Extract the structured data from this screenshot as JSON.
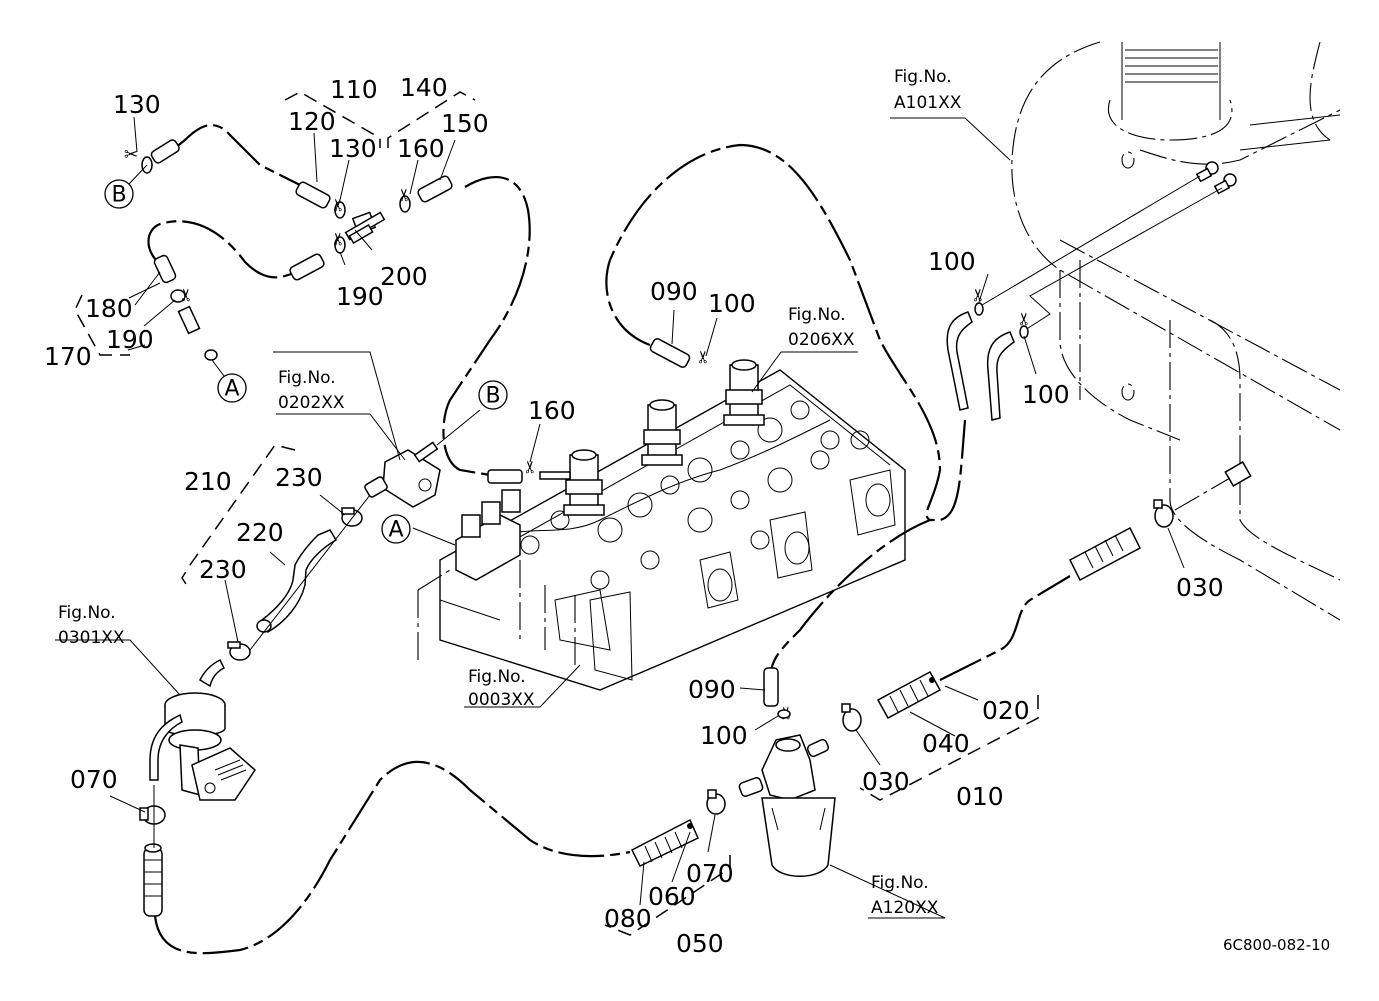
{
  "diagram": {
    "type": "exploded parts diagram - fuel line system",
    "drawing_code": "6C800-082-10",
    "fig_refs": {
      "tank": {
        "line1": "Fig.No.",
        "line2": "A101XX"
      },
      "injector": {
        "line1": "Fig.No.",
        "line2": "0206XX"
      },
      "pump_body": {
        "line1": "Fig.No.",
        "line2": "0202XX"
      },
      "fuel_pump": {
        "line1": "Fig.No.",
        "line2": "0301XX"
      },
      "cylinder_head": {
        "line1": "Fig.No.",
        "line2": "0003XX"
      },
      "filter": {
        "line1": "Fig.No.",
        "line2": "A120XX"
      }
    },
    "connectors": {
      "a": "A",
      "b": "B"
    },
    "callouts": {
      "p130_top": "130",
      "p110": "110",
      "p140": "140",
      "p120": "120",
      "p130_mid": "130",
      "p160_top": "160",
      "p150": "150",
      "p200": "200",
      "p190_mid": "190",
      "p180": "180",
      "p190_low": "190",
      "p170": "170",
      "p090_top": "090",
      "p100_top": "100",
      "p100_tank1": "100",
      "p100_tank2": "100",
      "p160_mid": "160",
      "p210": "210",
      "p230_top": "230",
      "p220": "220",
      "p230_low": "230",
      "p030_right": "030",
      "p090_low": "090",
      "p100_low": "100",
      "p020": "020",
      "p040": "040",
      "p030_mid": "030",
      "p010": "010",
      "p070_left": "070",
      "p070_mid": "070",
      "p060": "060",
      "p080": "080",
      "p050": "050"
    }
  }
}
